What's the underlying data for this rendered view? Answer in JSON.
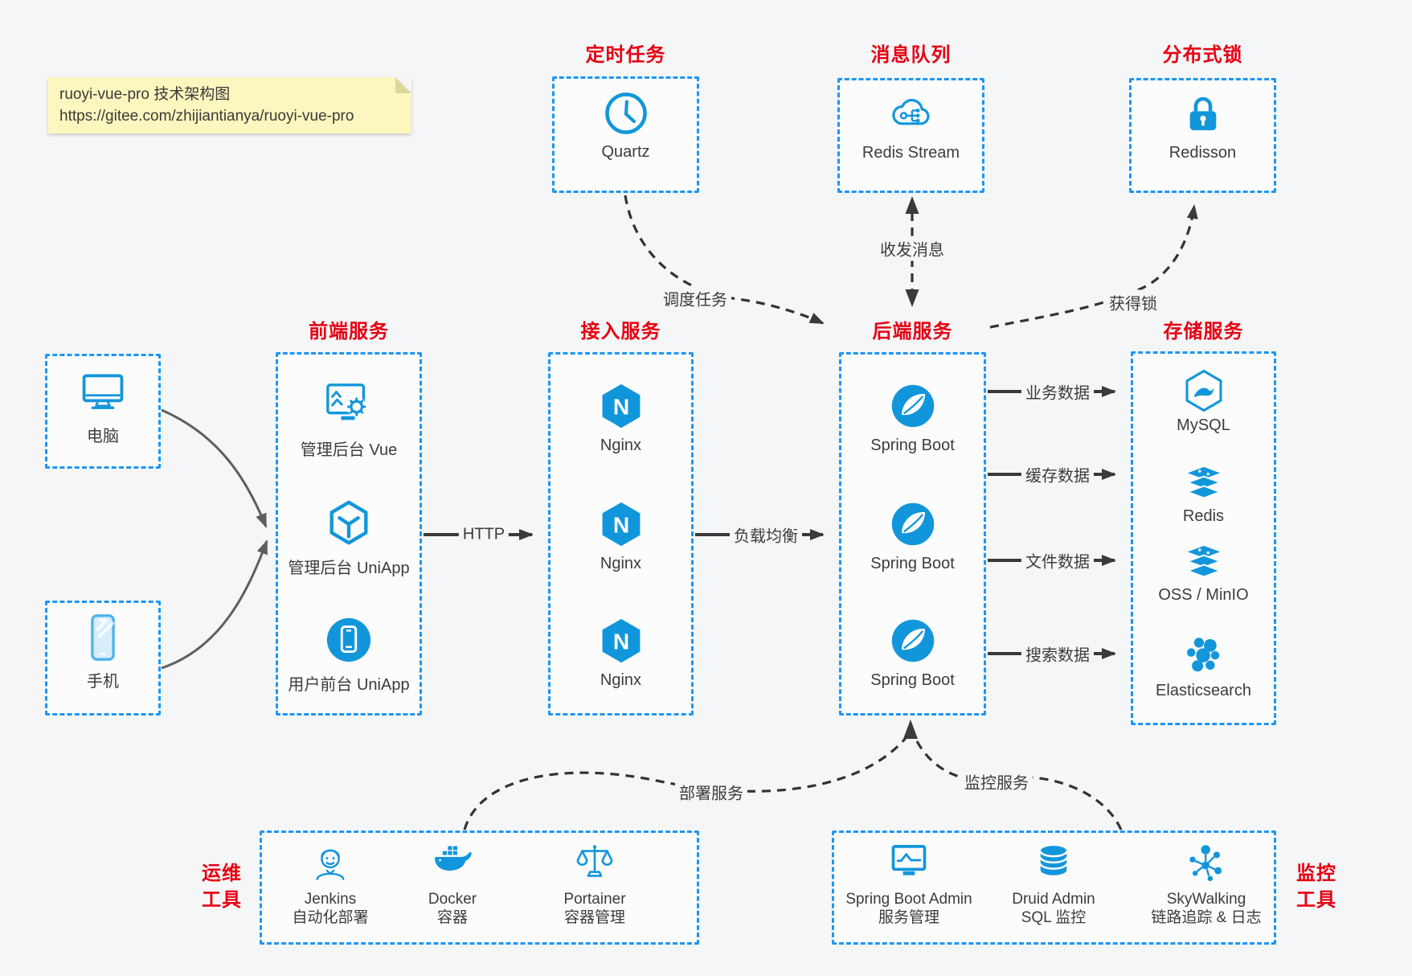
{
  "note": {
    "line1": "ruoyi-vue-pro 技术架构图",
    "line2": "https://gitee.com/zhijiantianya/ruoyi-vue-pro"
  },
  "colors": {
    "accent_blue": "#1d96f5",
    "icon_blue": "#1296db",
    "accent_red": "#e60012",
    "arrow_dark": "#3a3a3a",
    "note_yellow": "#fbf7be"
  },
  "groups": {
    "scheduler": {
      "title": "定时任务",
      "item": {
        "label": "Quartz",
        "icon": "clock-icon"
      }
    },
    "mq": {
      "title": "消息队列",
      "item": {
        "label": "Redis Stream",
        "icon": "cloud-mq-icon"
      }
    },
    "lock": {
      "title": "分布式锁",
      "item": {
        "label": "Redisson",
        "icon": "lock-icon"
      }
    },
    "clients": {
      "computer": {
        "label": "电脑",
        "icon": "desktop-icon"
      },
      "phone": {
        "label": "手机",
        "icon": "smartphone-icon"
      }
    },
    "frontend": {
      "title": "前端服务",
      "items": [
        {
          "label": "管理后台 Vue",
          "icon": "admin-vue-icon"
        },
        {
          "label": "管理后台 UniApp",
          "icon": "uniapp-cube-icon"
        },
        {
          "label": "用户前台 UniApp",
          "icon": "user-app-icon"
        }
      ]
    },
    "access": {
      "title": "接入服务",
      "items": [
        {
          "label": "Nginx",
          "icon": "nginx-icon"
        },
        {
          "label": "Nginx",
          "icon": "nginx-icon"
        },
        {
          "label": "Nginx",
          "icon": "nginx-icon"
        }
      ]
    },
    "backend": {
      "title": "后端服务",
      "items": [
        {
          "label": "Spring Boot",
          "icon": "spring-icon"
        },
        {
          "label": "Spring Boot",
          "icon": "spring-icon"
        },
        {
          "label": "Spring Boot",
          "icon": "spring-icon"
        }
      ]
    },
    "storage": {
      "title": "存储服务",
      "items": [
        {
          "label": "MySQL",
          "icon": "mysql-icon"
        },
        {
          "label": "Redis",
          "icon": "redis-stack-icon"
        },
        {
          "label": "OSS / MinIO",
          "icon": "oss-stack-icon"
        },
        {
          "label": "Elasticsearch",
          "icon": "elasticsearch-icon"
        }
      ]
    },
    "ops": {
      "title_lines": [
        "运维",
        "工具"
      ],
      "items": [
        {
          "name": "Jenkins",
          "desc": "自动化部署",
          "icon": "jenkins-icon"
        },
        {
          "name": "Docker",
          "desc": "容器",
          "icon": "docker-whale-icon"
        },
        {
          "name": "Portainer",
          "desc": "容器管理",
          "icon": "scales-icon"
        }
      ]
    },
    "monitor": {
      "title_lines": [
        "监控",
        "工具"
      ],
      "items": [
        {
          "name": "Spring Boot Admin",
          "desc": "服务管理",
          "icon": "chart-monitor-icon"
        },
        {
          "name": "Druid Admin",
          "desc": "SQL 监控",
          "icon": "database-icon"
        },
        {
          "name": "SkyWalking",
          "desc": "链路追踪 & 日志",
          "icon": "topology-icon"
        }
      ]
    }
  },
  "edges": {
    "http": "HTTP",
    "load_balance": "负载均衡",
    "business_data": "业务数据",
    "cache_data": "缓存数据",
    "file_data": "文件数据",
    "search_data": "搜索数据",
    "schedule_task": "调度任务",
    "send_receive_msg": "收发消息",
    "acquire_lock": "获得锁",
    "deploy_service": "部署服务",
    "monitor_service": "监控服务"
  }
}
